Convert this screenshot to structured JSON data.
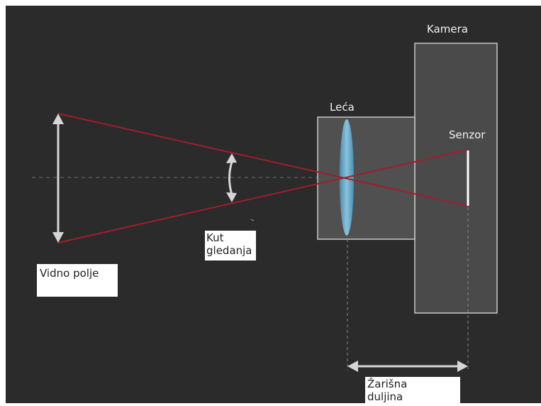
{
  "labels": {
    "field_of_view": "Vidno polje",
    "angle_of_view": "Kut\ngledanja",
    "lens": "Leća",
    "camera": "Kamera",
    "sensor": "Senzor",
    "focal_length": "Žarišna\nduljina"
  },
  "colors": {
    "background": "#2b2b2b",
    "rays": "#9e1f2a",
    "arrows": "#d6d6d6",
    "box_stroke": "#c8c8c8",
    "lens": "#6fb6d6",
    "sensor": "#ffffff"
  }
}
